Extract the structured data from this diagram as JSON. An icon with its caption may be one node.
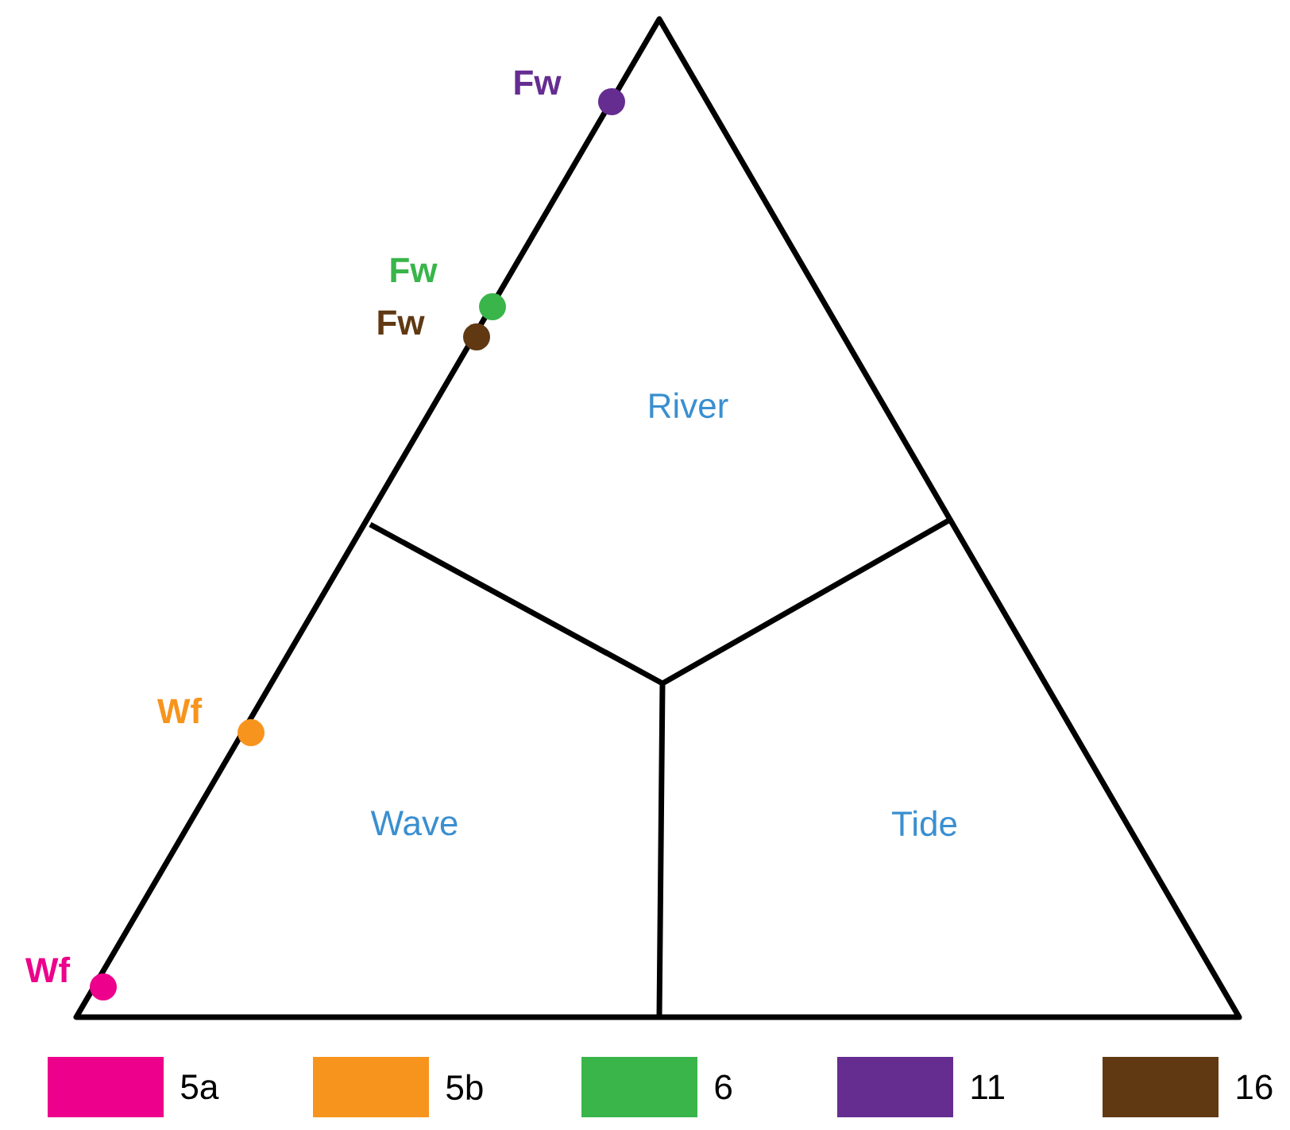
{
  "diagram": {
    "nodes": [
      {
        "text": [],
        "shape": "circle",
        "beside": [
          "Fw"
        ]
      },
      {
        "text": [],
        "shape": "circle",
        "beside": [
          "Fw"
        ]
      },
      {
        "text": [],
        "shape": "circle",
        "beside": [
          "Fw"
        ]
      },
      {
        "text": [],
        "shape": "circle",
        "beside": [
          "Wf"
        ]
      },
      {
        "text": [],
        "shape": "circle",
        "beside": [
          "Wf"
        ]
      }
    ],
    "edges": [],
    "labels": [
      "River",
      "Wave",
      "Tide"
    ],
    "legend": [
      {
        "text": "5a",
        "color": "#ec008c"
      },
      {
        "text": "5b",
        "color": "#f7941d"
      },
      {
        "text": "6",
        "color": "#39b54a"
      },
      {
        "text": "11",
        "color": "#662d91"
      },
      {
        "text": "16",
        "color": "#603913"
      }
    ]
  }
}
